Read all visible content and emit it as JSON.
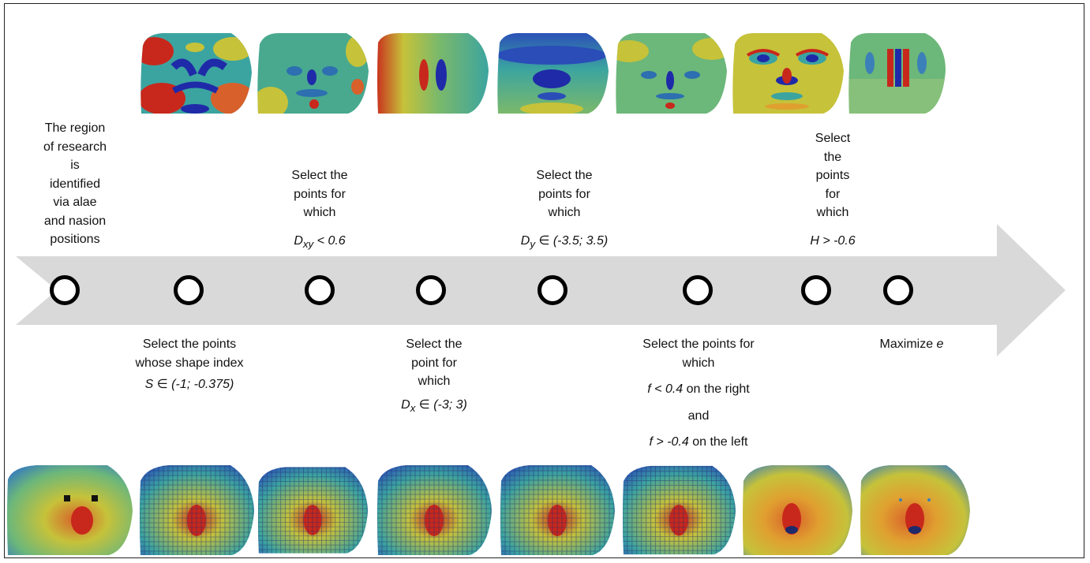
{
  "steps": [
    {
      "id": "region",
      "text_lines": [
        "The region",
        "of research",
        "is",
        "identified",
        "via alae",
        "and nasion",
        "positions"
      ]
    },
    {
      "id": "shape-index",
      "text_lines": [
        "Select the points",
        "whose shape index"
      ],
      "condition": "S ∈ (-1; -0.375)"
    },
    {
      "id": "dxy",
      "text_lines": [
        "Select the",
        "points for",
        "which"
      ],
      "condition_var": "D",
      "condition_sub": "xy",
      "condition_rest": " < 0.6"
    },
    {
      "id": "dx",
      "text_lines": [
        "Select the",
        "point for",
        "which"
      ],
      "condition_var": "D",
      "condition_sub": "x",
      "condition_rest": " ∈ (-3; 3)"
    },
    {
      "id": "dy",
      "text_lines": [
        "Select the",
        "points for",
        "which"
      ],
      "condition_var": "D",
      "condition_sub": "y",
      "condition_rest": " ∈ (-3.5; 3.5)"
    },
    {
      "id": "f",
      "text_lines": [
        "Select the points for",
        "which"
      ],
      "right_cond": "f < 0.4",
      "right_rest": " on the right",
      "joiner": "and",
      "left_cond": "f > -0.4",
      "left_rest": " on the left"
    },
    {
      "id": "h",
      "text_lines": [
        "Select",
        "the",
        "points",
        "for",
        "which"
      ],
      "condition": "H > -0.6"
    },
    {
      "id": "e",
      "text_prefix": "Maximize ",
      "text_var": "e"
    }
  ],
  "top_maps": [
    "random-curvature-map",
    "shape-index-map",
    "dxy-map",
    "dy-map",
    "dx-map",
    "mean-curvature-map",
    "dx-derivative-map"
  ],
  "bottom_maps": [
    "initial-region-map",
    "shape-index-selection-map",
    "dxy-selection-map",
    "dx-selection-map",
    "dy-selection-map",
    "f-selection-map",
    "h-selection-map",
    "final-selection-map"
  ],
  "colors": {
    "arrow": "#d9d9d9",
    "circle_stroke": "#000000",
    "jet_blue": "#1f2aa8",
    "jet_red": "#c8281c",
    "jet_yellow": "#c6c23a",
    "jet_teal": "#3ba4a0"
  }
}
